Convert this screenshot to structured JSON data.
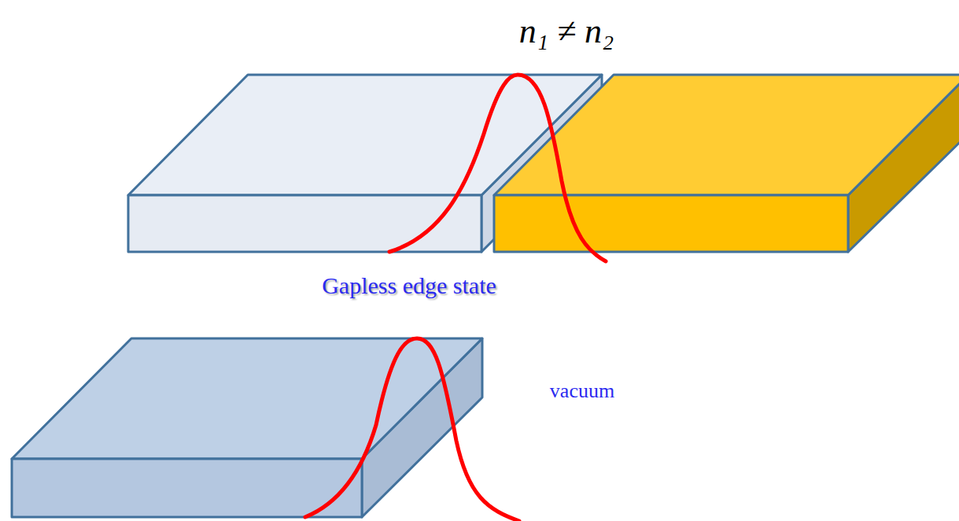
{
  "diagram": {
    "labels": [
      "n₁ ≠ n₂",
      "Gapless edge state",
      "vacuum"
    ]
  }
}
